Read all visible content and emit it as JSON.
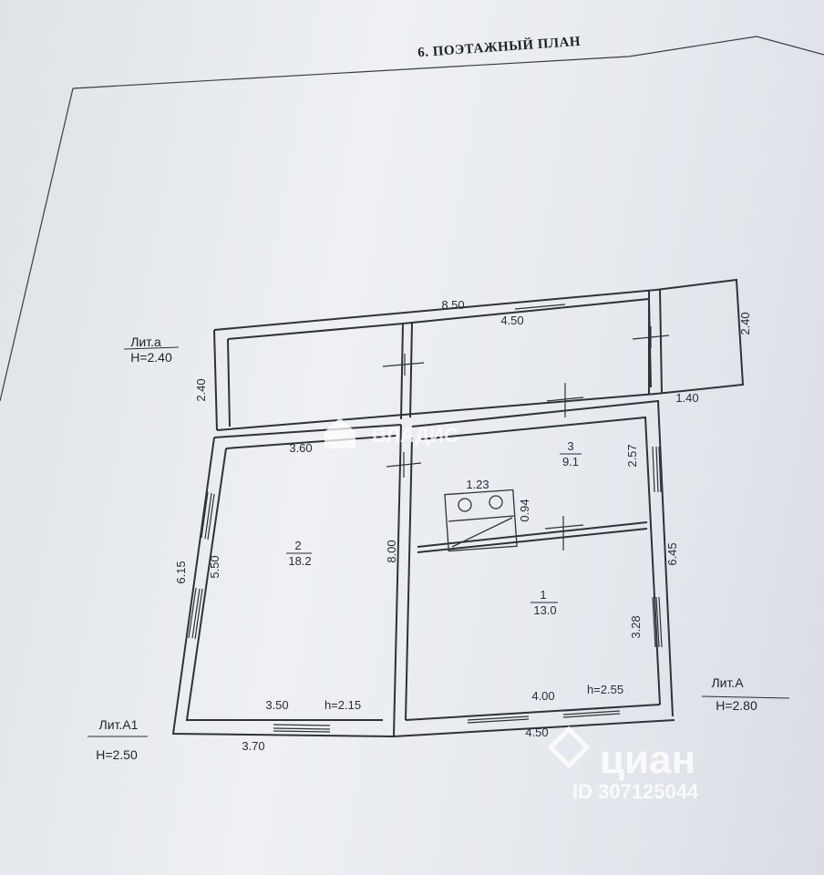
{
  "title": "6. ПОЭТАЖНЫЙ ПЛАН",
  "labels": {
    "lit_a_small": "Лит.а",
    "lit_a_small_h": "H=2.40",
    "lit_a1": "Лит.А1",
    "lit_a1_h": "H=2.50",
    "lit_a": "Лит.А",
    "lit_a_h": "H=2.80"
  },
  "dimensions": {
    "d_850": "8.50",
    "d_450_top": "4.50",
    "d_240_right": "2.40",
    "d_240_left": "2.40",
    "d_140": "1.40",
    "d_360": "3.60",
    "d_257": "2.57",
    "d_123": "1.23",
    "d_094": "0.94",
    "d_615": "6.15",
    "d_550": "5.50",
    "d_800": "8.00",
    "d_645": "6.45",
    "d_328": "3.28",
    "d_350": "3.50",
    "h_215": "h=2.15",
    "d_400": "4.00",
    "h_255": "h=2.55",
    "d_370": "3.70",
    "d_450_bottom": "4.50"
  },
  "rooms": [
    {
      "number": "2",
      "area": "18.2"
    },
    {
      "number": "3",
      "area": "9.1"
    },
    {
      "number": "1",
      "area": "13.0"
    }
  ],
  "watermarks": {
    "vladis": "ВЛАДИС",
    "cian": "циан",
    "cian_id": "ID 307125044"
  },
  "colors": {
    "ink": "#2a2d33",
    "paper": "#eef0f3"
  }
}
